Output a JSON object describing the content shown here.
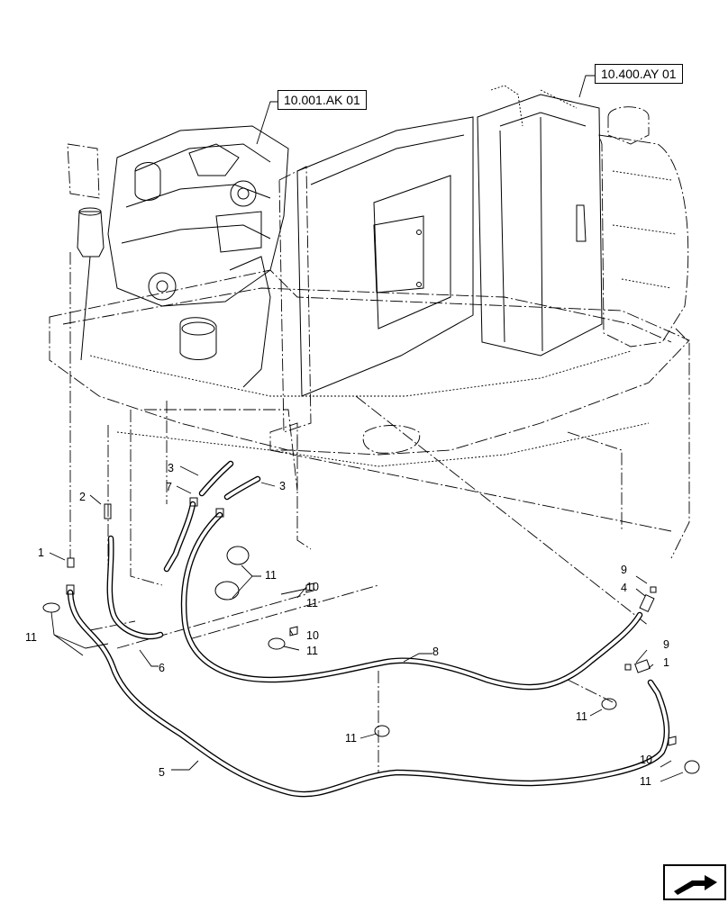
{
  "references": {
    "engine": "10.001.AK 01",
    "tank": "10.400.AY 01"
  },
  "callouts": [
    {
      "id": "c1a",
      "text": "1"
    },
    {
      "id": "c1b",
      "text": "1"
    },
    {
      "id": "c2",
      "text": "2"
    },
    {
      "id": "c3a",
      "text": "3"
    },
    {
      "id": "c3b",
      "text": "3"
    },
    {
      "id": "c4",
      "text": "4"
    },
    {
      "id": "c5",
      "text": "5"
    },
    {
      "id": "c6",
      "text": "6"
    },
    {
      "id": "c7",
      "text": "7"
    },
    {
      "id": "c8",
      "text": "8"
    },
    {
      "id": "c9a",
      "text": "9"
    },
    {
      "id": "c9b",
      "text": "9"
    },
    {
      "id": "c10a",
      "text": "10"
    },
    {
      "id": "c10b",
      "text": "10"
    },
    {
      "id": "c10c",
      "text": "10"
    },
    {
      "id": "c11a",
      "text": "11"
    },
    {
      "id": "c11b",
      "text": "11"
    },
    {
      "id": "c11c",
      "text": "11"
    },
    {
      "id": "c11d",
      "text": "11"
    },
    {
      "id": "c11e",
      "text": "11"
    },
    {
      "id": "c11f",
      "text": "11"
    },
    {
      "id": "c11g",
      "text": "11"
    }
  ],
  "icons": {
    "navigation": "next-page-arrow-icon"
  }
}
